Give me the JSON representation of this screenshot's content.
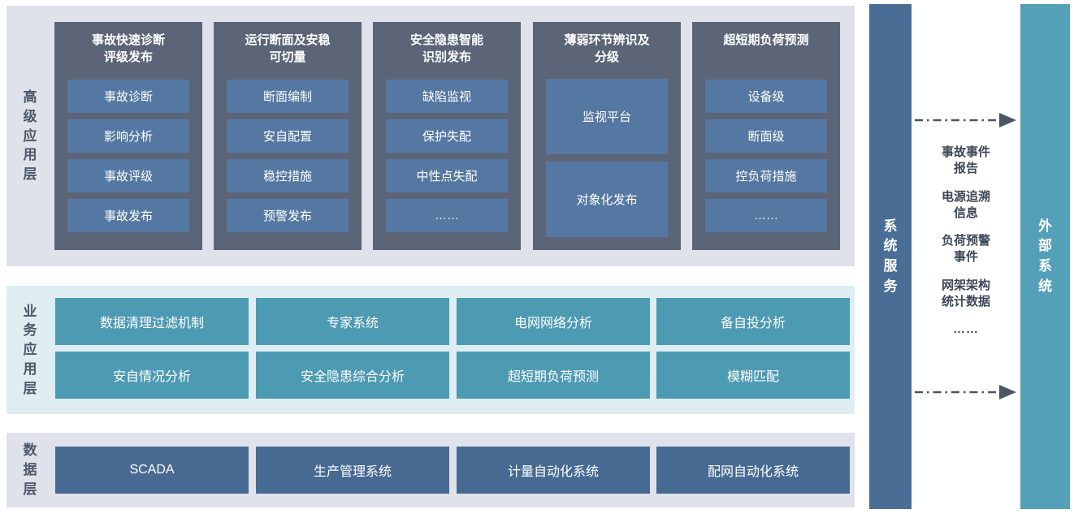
{
  "layers": {
    "advanced": {
      "label": "高级应用层",
      "columns": [
        {
          "title": "事故快速诊断\n评级发布",
          "items": [
            "事故诊断",
            "影响分析",
            "事故评级",
            "事故发布"
          ]
        },
        {
          "title": "运行断面及安稳\n可切量",
          "items": [
            "断面编制",
            "安自配置",
            "稳控措施",
            "预警发布"
          ]
        },
        {
          "title": "安全隐患智能\n识别发布",
          "items": [
            "缺陷监视",
            "保护失配",
            "中性点失配",
            "……"
          ]
        },
        {
          "title": "薄弱环节辨识及\n分级",
          "items": [
            "监视平台",
            "对象化发布"
          ]
        },
        {
          "title": "超短期负荷预测",
          "items": [
            "设备级",
            "断面级",
            "控负荷措施",
            "……"
          ]
        }
      ]
    },
    "business": {
      "label": "业务应用层",
      "rows": [
        [
          "数据清理过滤机制",
          "专家系统",
          "电网网络分析",
          "备自投分析"
        ],
        [
          "安自情况分析",
          "安全隐患综合分析",
          "超短期负荷预测",
          "模糊匹配"
        ]
      ]
    },
    "data": {
      "label": "数据层",
      "items": [
        "SCADA",
        "生产管理系统",
        "计量自动化系统",
        "配网自动化系统"
      ]
    }
  },
  "right": {
    "system_service_label": "系统服务",
    "external_system_label": "外部系统",
    "outputs": [
      "事故事件\n报告",
      "电源追溯\n信息",
      "负荷预警\n事件",
      "网架架构\n统计数据",
      "……"
    ]
  },
  "colors": {
    "section_gray_bg": "#dfe2ea",
    "section_cyan_bg": "#ddedf2",
    "column_slate": "#5b6577",
    "item_steel_blue": "#5578a2",
    "item_teal": "#4d9ab3",
    "item_deep_blue": "#476a92",
    "bar_system_blue": "#4a6d96",
    "bar_external_teal": "#54a0b8",
    "label_ink": "#4e586a",
    "output_ink": "#3e4755",
    "arrow_ink": "#4c5664"
  }
}
